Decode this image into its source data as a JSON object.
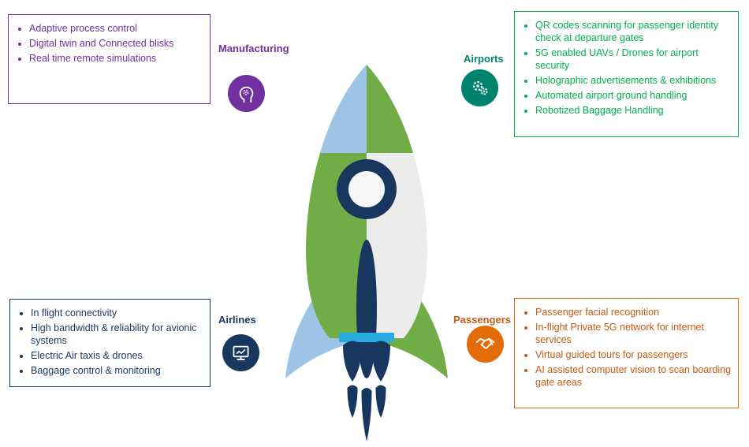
{
  "title": "5G aviation use cases diagram",
  "sections": {
    "manufacturing": {
      "label": "Manufacturing",
      "color": "#7030A0",
      "icon": "ai-head-icon",
      "items": [
        "Adaptive process control",
        "Digital twin and Connected blisks",
        "Real time remote simulations"
      ]
    },
    "airports": {
      "label": "Airports",
      "color": "#00B050",
      "icon_color": "#00836C",
      "icon": "gears-icon",
      "items": [
        "QR codes scanning for passenger identity check at departure gates",
        "5G enabled UAVs / Drones for airport security",
        "Holographic advertisements & exhibitions",
        "Automated airport ground handling",
        "Robotized Baggage Handling"
      ]
    },
    "airlines": {
      "label": "Airlines",
      "color": "#17375E",
      "icon": "monitor-icon",
      "items": [
        "In flight connectivity",
        "High bandwidth & reliability for avionic systems",
        "Electric Air taxis & drones",
        "Baggage control & monitoring"
      ]
    },
    "passengers": {
      "label": "Passengers",
      "color": "#C55A11",
      "border_color": "#E36C09",
      "icon": "handshake-icon",
      "items": [
        "Passenger facial recognition",
        "In-flight Private 5G network for internet services",
        "Virtual guided tours for passengers",
        "AI assisted computer vision to scan boarding gate areas"
      ]
    }
  },
  "rocket": {
    "description": "center rocket illustration",
    "colors": {
      "green": "#70AD47",
      "light_blue": "#9DC3E6",
      "body_gray": "#ECECEC",
      "navy": "#17375E",
      "band_blue": "#29ABE2",
      "window_inner": "#F7F7F7"
    }
  }
}
